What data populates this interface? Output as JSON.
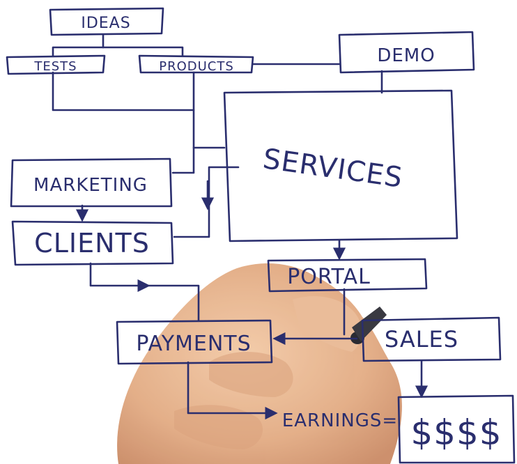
{
  "nodes": {
    "ideas": "IDEAS",
    "tests": "TESTS",
    "products": "PRODUCTS",
    "demo": "DEMO",
    "services": "SERVICES",
    "marketing": "MARKETING",
    "clients": "CLIENTS",
    "portal": "PORTAL",
    "payments": "PAYMENTS",
    "sales": "SALES",
    "earnings": "EARNINGS=",
    "money": "$$$$"
  },
  "colors": {
    "ink": "#2a2e6e",
    "skin": "#e8b48e",
    "background": "#ffffff"
  }
}
